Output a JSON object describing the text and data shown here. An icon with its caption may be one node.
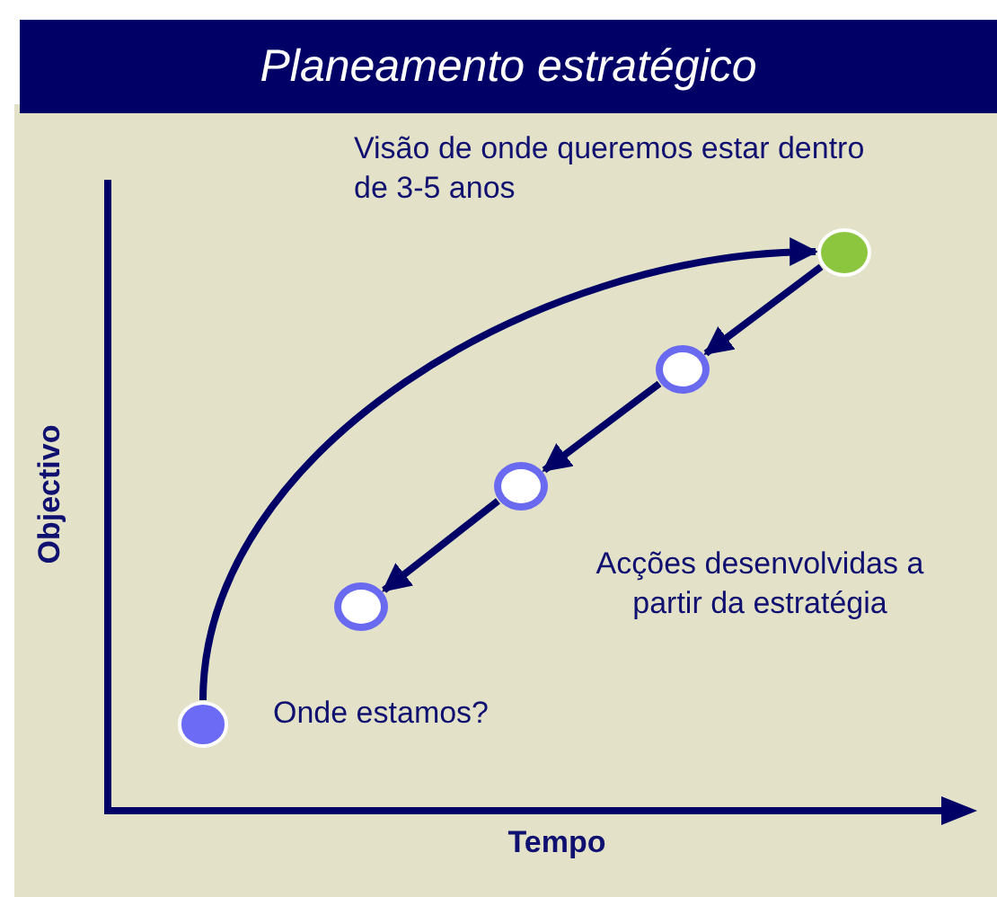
{
  "diagram": {
    "title": "Planeamento estratégico",
    "nodes": [
      {
        "text": [],
        "shape": "circle",
        "beside": [
          "Onde estamos?"
        ]
      },
      {
        "text": [],
        "shape": "circle",
        "beside": [
          "Visão de onde queremos estar dentro de 3-5 anos"
        ]
      },
      {
        "text": [],
        "shape": "circle"
      },
      {
        "text": [],
        "shape": "circle"
      },
      {
        "text": [],
        "shape": "circle"
      }
    ],
    "edges": [
      {
        "from": 0,
        "to": 1,
        "arrow": "to"
      },
      {
        "from": 1,
        "to": 2,
        "arrow": "to"
      },
      {
        "from": 2,
        "to": 3,
        "arrow": "to"
      },
      {
        "from": 3,
        "to": 4,
        "arrow": "to"
      }
    ],
    "labels": [
      "Acções desenvolvidas a partir da estratégia",
      "Objectivo",
      "Tempo"
    ]
  }
}
